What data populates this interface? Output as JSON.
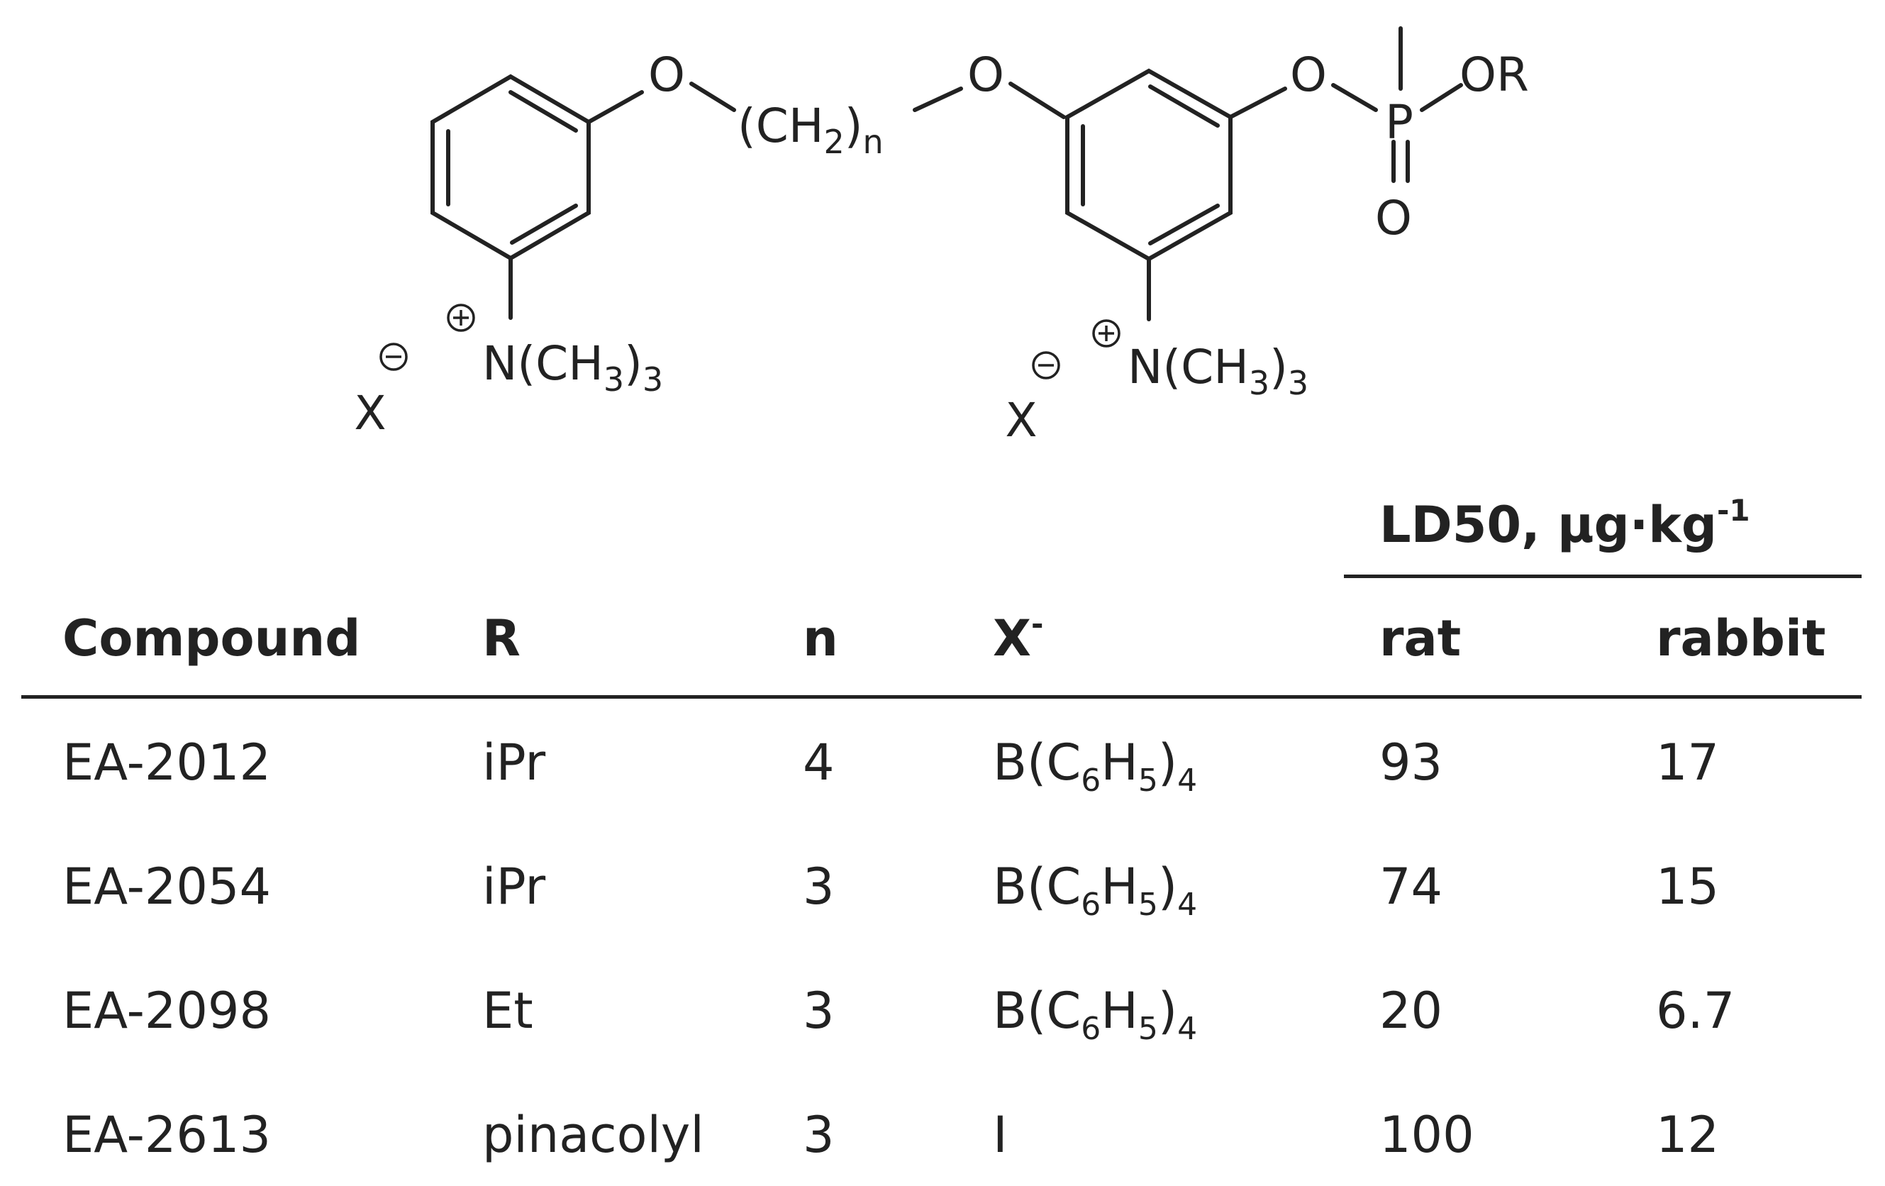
{
  "structure": {
    "atom_o": "O",
    "atom_p": "P",
    "group_or": "OR",
    "group_ch2": "(CH",
    "sub_2": "2",
    "close_paren": ")",
    "sub_n": "n",
    "group_nme3": "N(CH",
    "sub_3": "3",
    "counterion": "X"
  },
  "table": {
    "group_header": "LD50, μg·kg",
    "group_header_sup": "-1",
    "columns": {
      "compound": "Compound",
      "r": "R",
      "n": "n",
      "x": "X",
      "x_sup": "-",
      "rat": "rat",
      "rabbit": "rabbit"
    },
    "rows": [
      {
        "compound": "EA-2012",
        "r": "iPr",
        "n": "4",
        "x": {
          "pre": "B(C",
          "s1": "6",
          "mid": "H",
          "s2": "5",
          "post": ")",
          "s3": "4"
        },
        "rat": "93",
        "rabbit": "17"
      },
      {
        "compound": "EA-2054",
        "r": "iPr",
        "n": "3",
        "x": {
          "pre": "B(C",
          "s1": "6",
          "mid": "H",
          "s2": "5",
          "post": ")",
          "s3": "4"
        },
        "rat": "74",
        "rabbit": "15"
      },
      {
        "compound": "EA-2098",
        "r": "Et",
        "n": "3",
        "x": {
          "pre": "B(C",
          "s1": "6",
          "mid": "H",
          "s2": "5",
          "post": ")",
          "s3": "4"
        },
        "rat": "20",
        "rabbit": "6.7"
      },
      {
        "compound": "EA-2613",
        "r": "pinacolyl",
        "n": "3",
        "x": {
          "pre": "I",
          "s1": "",
          "mid": "",
          "s2": "",
          "post": "",
          "s3": ""
        },
        "rat": "100",
        "rabbit": "12"
      }
    ]
  }
}
